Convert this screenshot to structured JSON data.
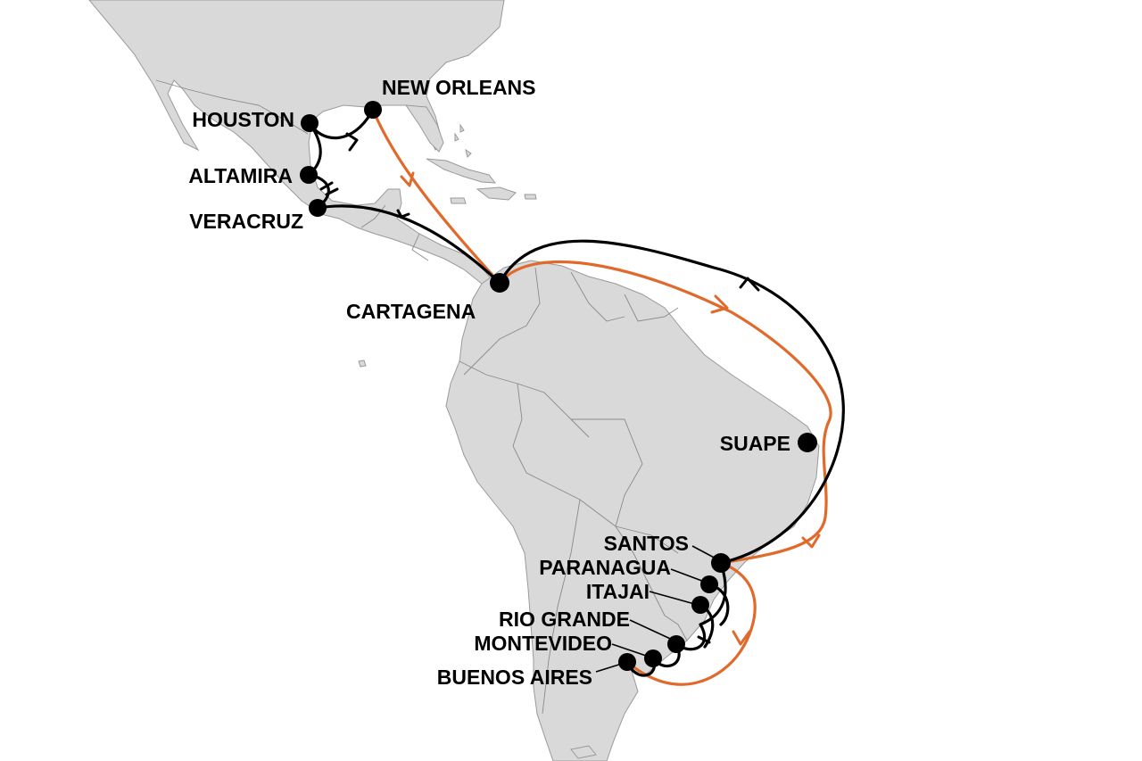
{
  "colors": {
    "land": "#d9d9d9",
    "land_border": "#9a9a9a",
    "southbound_route": "#e06a2c",
    "northbound_route": "#000000",
    "port_marker": "#000000"
  },
  "ports": {
    "new_orleans": "NEW ORLEANS",
    "houston": "HOUSTON",
    "altamira": "ALTAMIRA",
    "veracruz": "VERACRUZ",
    "cartagena": "CARTAGENA",
    "suape": "SUAPE",
    "santos": "SANTOS",
    "paranagua": "PARANAGUA",
    "itajai": "ITAJAI",
    "rio_grande": "RIO GRANDE",
    "montevideo": "MONTEVIDEO",
    "buenos_aires": "BUENOS AIRES"
  }
}
